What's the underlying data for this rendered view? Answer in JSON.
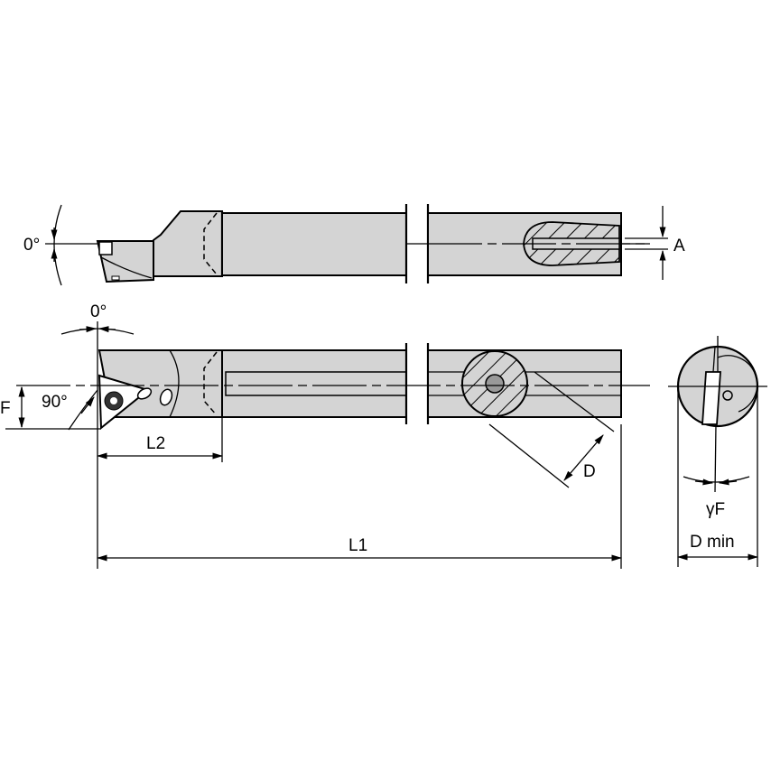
{
  "diagram": {
    "type": "engineering-drawing",
    "subject": "boring bar with triangular insert",
    "colors": {
      "background": "#ffffff",
      "body_fill": "#d4d4d4",
      "line": "#000000",
      "insert_screw": "#333333"
    },
    "views": {
      "side_view": {
        "angle_label": "0°",
        "dimension_label": "A"
      },
      "top_view": {
        "angle_top_label": "0°",
        "angle_lead_label": "90°",
        "offset_label": "F",
        "head_length_label": "L2",
        "diameter_label": "D",
        "overall_length_label": "L1"
      },
      "end_view": {
        "rake_angle_label": "γF",
        "min_bore_label": "D min"
      }
    }
  }
}
